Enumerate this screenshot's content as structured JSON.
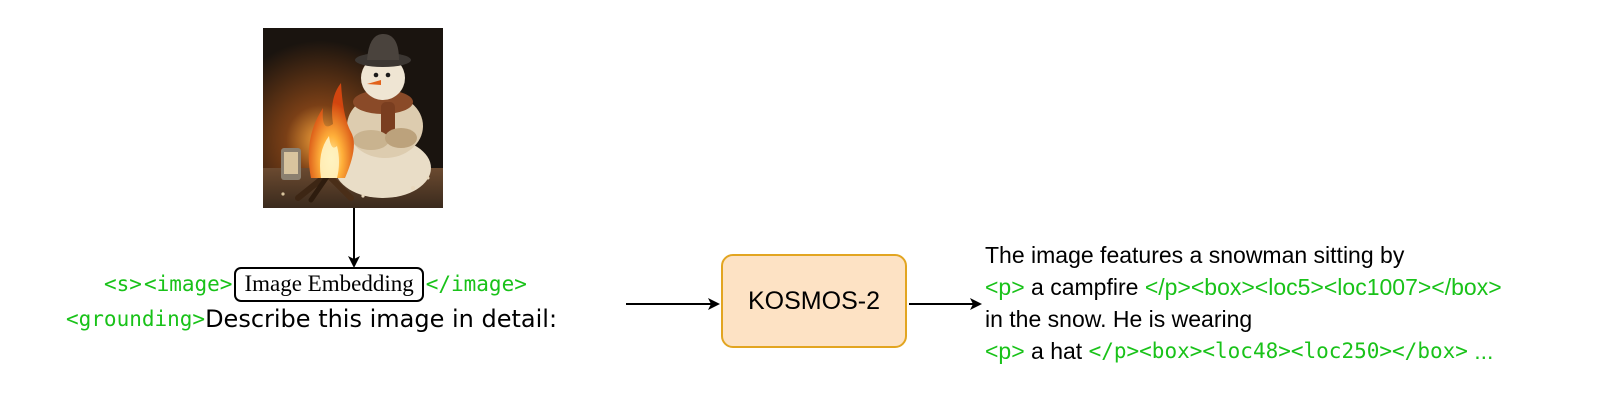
{
  "input": {
    "start_token": "<s>",
    "image_open": "<image>",
    "embedding_label": "Image Embedding",
    "image_close": "</image>",
    "grounding_token": "<grounding>",
    "prompt": "Describe this image in detail:"
  },
  "model": {
    "name": "KOSMOS-2"
  },
  "output": {
    "line1": "The image features a snowman sitting by",
    "line2_p_open": "<p>",
    "line2_phrase": " a campfire ",
    "line2_tokens": "</p><box><loc5><loc1007></box>",
    "line3": "in the snow. He is wearing",
    "line4_p_open": "<p>",
    "line4_phrase": " a hat ",
    "line4_tokens": "</p><box><loc48><loc250></box>",
    "line4_ellipsis": " ..."
  },
  "colors": {
    "token_green": "#19c219",
    "model_fill": "#fde2c4",
    "model_border": "#e2a521"
  }
}
